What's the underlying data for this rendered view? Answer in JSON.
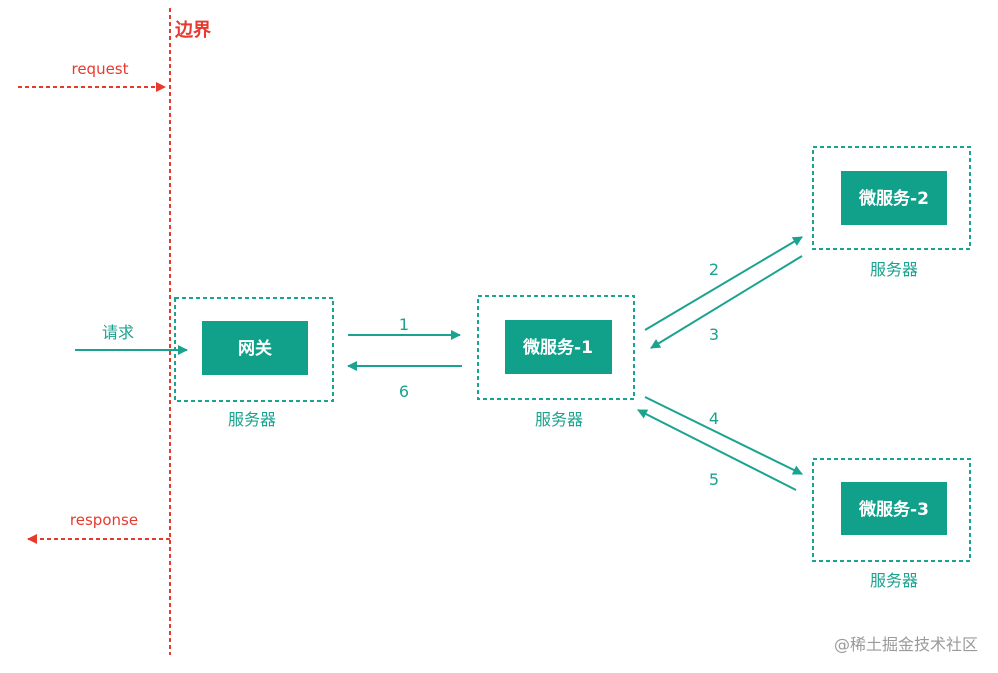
{
  "colors": {
    "red": "#e8392f",
    "teal": "#1aa38f",
    "box": "#11a08a",
    "watermark": "#9a9a9a"
  },
  "boundary": {
    "label": "边界"
  },
  "request_label": "request",
  "response_label": "response",
  "client_request_label": "请求",
  "nodes": {
    "gateway": {
      "label": "网关",
      "caption": "服务器"
    },
    "ms1": {
      "label": "微服务-1",
      "caption": "服务器"
    },
    "ms2": {
      "label": "微服务-2",
      "caption": "服务器"
    },
    "ms3": {
      "label": "微服务-3",
      "caption": "服务器"
    }
  },
  "steps": {
    "s1": "1",
    "s2": "2",
    "s3": "3",
    "s4": "4",
    "s5": "5",
    "s6": "6"
  },
  "watermark": "@稀土掘金技术社区"
}
